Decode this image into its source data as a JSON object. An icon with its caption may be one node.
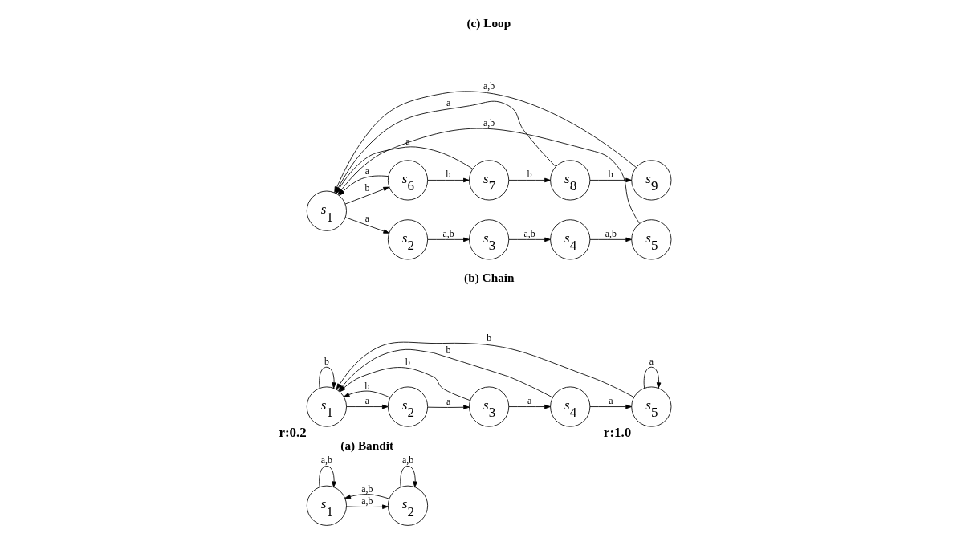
{
  "diagram": {
    "nodes": [
      {
        "text": [
          "s$_{1}$"
        ]
      },
      {
        "text": [
          "s$_{2}$"
        ]
      },
      {
        "text": [
          "s$_{1}$"
        ],
        "beside": [
          "r:0.2"
        ]
      },
      {
        "text": [
          "s$_{2}$"
        ]
      },
      {
        "text": [
          "s$_{3}$"
        ]
      },
      {
        "text": [
          "s$_{4}$"
        ]
      },
      {
        "text": [
          "s$_{5}$"
        ],
        "beside": [
          "r:1.0"
        ]
      },
      {
        "text": [
          "s$_{1}$"
        ]
      },
      {
        "text": [
          "s$_{2}$"
        ]
      },
      {
        "text": [
          "s$_{3}$"
        ]
      },
      {
        "text": [
          "s$_{4}$"
        ]
      },
      {
        "text": [
          "s$_{5}$"
        ]
      },
      {
        "text": [
          "s$_{6}$"
        ]
      },
      {
        "text": [
          "s$_{7}$"
        ]
      },
      {
        "text": [
          "s$_{8}$"
        ]
      },
      {
        "text": [
          "s$_{9}$"
        ]
      }
    ],
    "edges": [
      {
        "from": 0,
        "to": 0,
        "arrow": "to",
        "label": "a,b"
      },
      {
        "from": 0,
        "to": 1,
        "arrow": "to",
        "label": "a,b"
      },
      {
        "from": 1,
        "to": 1,
        "arrow": "to",
        "label": "a,b"
      },
      {
        "from": 1,
        "to": 0,
        "arrow": "to",
        "label": "a,b"
      },
      {
        "from": 2,
        "to": 2,
        "arrow": "to",
        "label": "b"
      },
      {
        "from": 2,
        "to": 3,
        "arrow": "to",
        "label": "a"
      },
      {
        "from": 3,
        "to": 4,
        "arrow": "to",
        "label": "a"
      },
      {
        "from": 4,
        "to": 5,
        "arrow": "to",
        "label": "a"
      },
      {
        "from": 5,
        "to": 6,
        "arrow": "to",
        "label": "a"
      },
      {
        "from": 6,
        "to": 6,
        "arrow": "to",
        "label": "a"
      },
      {
        "from": 3,
        "to": 2,
        "arrow": "to",
        "label": "b"
      },
      {
        "from": 4,
        "to": 2,
        "arrow": "to",
        "label": "b"
      },
      {
        "from": 5,
        "to": 2,
        "arrow": "to",
        "label": "b"
      },
      {
        "from": 6,
        "to": 2,
        "arrow": "to",
        "label": "b"
      },
      {
        "from": 7,
        "to": 8,
        "arrow": "to",
        "label": "a"
      },
      {
        "from": 8,
        "to": 9,
        "arrow": "to",
        "label": "a,b"
      },
      {
        "from": 9,
        "to": 10,
        "arrow": "to",
        "label": "a,b"
      },
      {
        "from": 10,
        "to": 11,
        "arrow": "to",
        "label": "a,b"
      },
      {
        "from": 11,
        "to": 7,
        "arrow": "to",
        "label": "a,b"
      },
      {
        "from": 7,
        "to": 12,
        "arrow": "to",
        "label": "b"
      },
      {
        "from": 12,
        "to": 7,
        "arrow": "to",
        "label": "a"
      },
      {
        "from": 12,
        "to": 13,
        "arrow": "to",
        "label": "b"
      },
      {
        "from": 13,
        "to": 7,
        "arrow": "to",
        "label": "a"
      },
      {
        "from": 13,
        "to": 14,
        "arrow": "to",
        "label": "b"
      },
      {
        "from": 14,
        "to": 7,
        "arrow": "to",
        "label": "a"
      },
      {
        "from": 14,
        "to": 15,
        "arrow": "to",
        "label": "b"
      },
      {
        "from": 15,
        "to": 7,
        "arrow": "to",
        "label": "a,b"
      }
    ],
    "labels": [
      "(a) Bandit",
      "(b) Chain",
      "(c) Loop"
    ]
  }
}
